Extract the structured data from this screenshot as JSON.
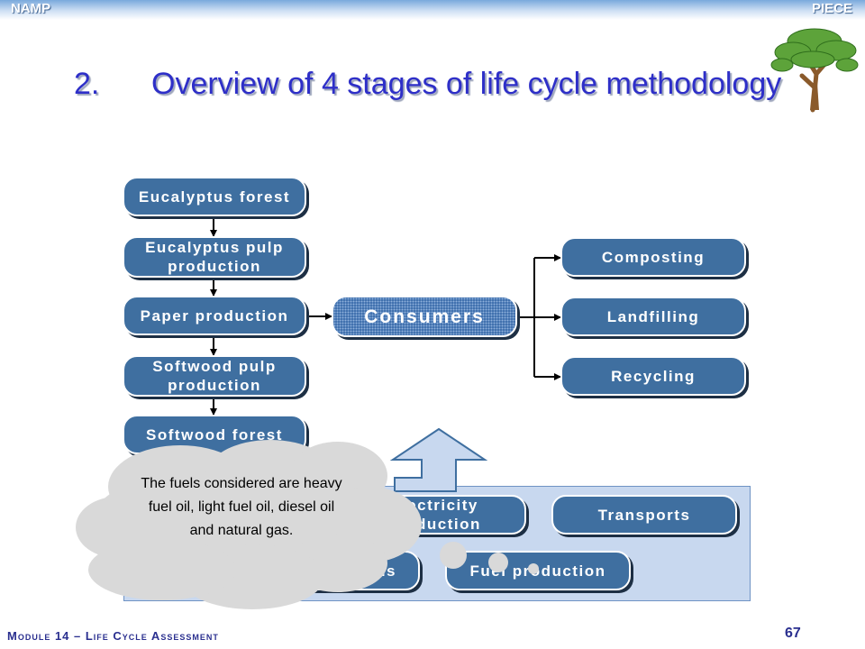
{
  "header": {
    "left_label": "NAMP",
    "right_label": "PIECE"
  },
  "title": {
    "number": "2.",
    "text": "Overview of 4 stages of life cycle methodology"
  },
  "logo": {
    "icon": "tree-icon"
  },
  "diagram": {
    "chain": [
      {
        "label": "Eucalyptus forest"
      },
      {
        "label": "Eucalyptus pulp production"
      },
      {
        "label": "Paper production"
      },
      {
        "label": "Softwood pulp production"
      },
      {
        "label": "Softwood forest"
      }
    ],
    "consumers": {
      "label": "Consumers"
    },
    "end_of_life": [
      {
        "label": "Composting"
      },
      {
        "label": "Landfilling"
      },
      {
        "label": "Recycling"
      }
    ],
    "support": {
      "electricity": "Electricity production",
      "transports": "Transports",
      "fuel": "Fuel production",
      "partial": "ms"
    }
  },
  "callout": {
    "text": "The fuels considered are heavy fuel oil, light fuel oil, diesel oil and natural gas."
  },
  "footer": {
    "module": "Module 14 – Life Cycle Assessment",
    "page": "67"
  },
  "colors": {
    "node": "#3f6fa0",
    "panel": "#c8d8ef",
    "title": "#2e2fc8",
    "cloud": "#d9d9d9"
  }
}
